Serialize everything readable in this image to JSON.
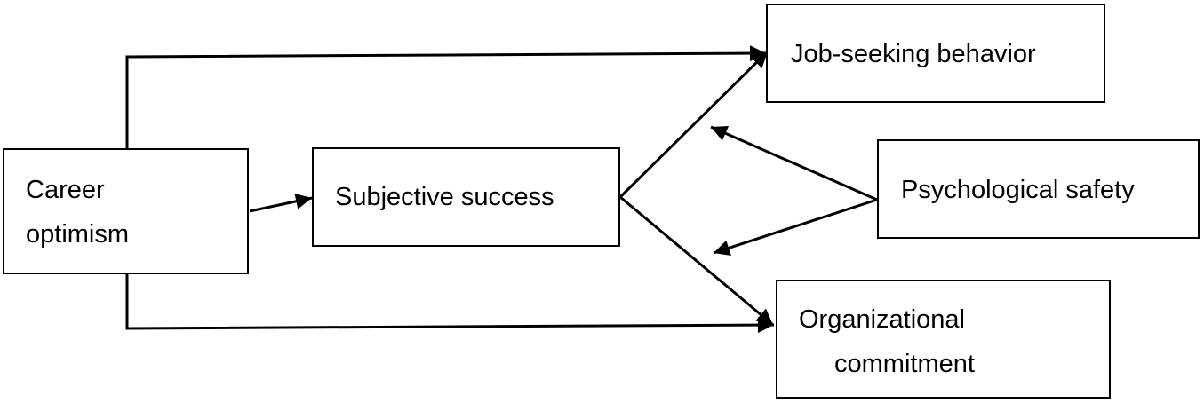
{
  "nodes": {
    "career_optimism": {
      "line1": "Career",
      "line2": "optimism"
    },
    "subjective_success": {
      "label": "Subjective success"
    },
    "job_seeking_behavior": {
      "label": "Job-seeking behavior"
    },
    "psychological_safety": {
      "label": "Psychological safety"
    },
    "organizational_commitment": {
      "line1": "Organizational",
      "line2": "commitment"
    }
  },
  "edges": [
    {
      "from": "Career optimism",
      "to": "Job-seeking behavior"
    },
    {
      "from": "Career optimism",
      "to": "Subjective success"
    },
    {
      "from": "Career optimism",
      "to": "Organizational commitment"
    },
    {
      "from": "Subjective success",
      "to": "Job-seeking behavior"
    },
    {
      "from": "Subjective success",
      "to": "Organizational commitment"
    },
    {
      "from": "Psychological safety",
      "to": "Subjective success → Job-seeking behavior"
    },
    {
      "from": "Psychological safety",
      "to": "Subjective success → Organizational commitment"
    }
  ],
  "colors": {
    "stroke": "#000000",
    "background": "#ffffff"
  }
}
